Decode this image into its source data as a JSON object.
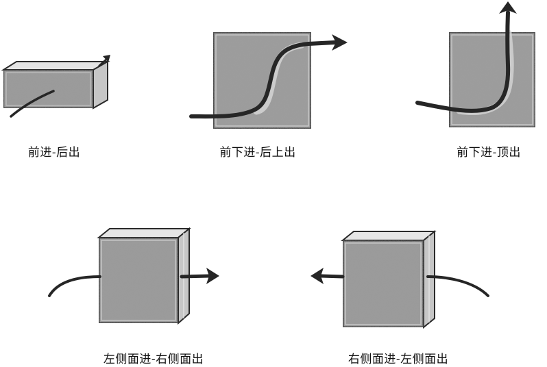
{
  "colors": {
    "box_fill": "#9a9a9a",
    "box_side": "#c4c4c4",
    "box_top": "#e2e2e2",
    "edge": "#2a2a2a",
    "pipe": "#262626",
    "page_bg": "#ffffff"
  },
  "panels": [
    {
      "id": "front-in-back-out",
      "caption": "前进-后出",
      "inlet": "前",
      "outlet": "后"
    },
    {
      "id": "front-lower-in-back-upper-out",
      "caption": "前下进-后上出",
      "inlet": "前下",
      "outlet": "后上"
    },
    {
      "id": "front-lower-in-top-out",
      "caption": "前下进-顶出",
      "inlet": "前下",
      "outlet": "顶"
    },
    {
      "id": "left-in-right-out",
      "caption": "左侧面进-右侧面出",
      "inlet": "左侧面",
      "outlet": "右侧面"
    },
    {
      "id": "right-in-left-out",
      "caption": "右侧面进-左侧面出",
      "inlet": "右侧面",
      "outlet": "左侧面"
    }
  ]
}
